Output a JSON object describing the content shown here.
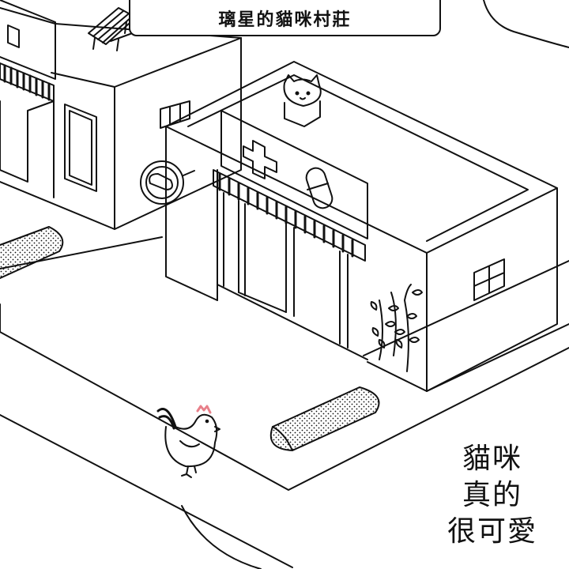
{
  "header": {
    "title": "璃星的貓咪村莊"
  },
  "caption": {
    "line1": "貓咪",
    "line2": "真的",
    "line3": "很可愛"
  },
  "scene": {
    "buildings": [
      "pharmacy",
      "shop"
    ],
    "characters": [
      "cat",
      "chicken"
    ]
  },
  "colors": {
    "ink": "#111111",
    "background": "#ffffff",
    "chicken_comb": "#e8808a"
  }
}
